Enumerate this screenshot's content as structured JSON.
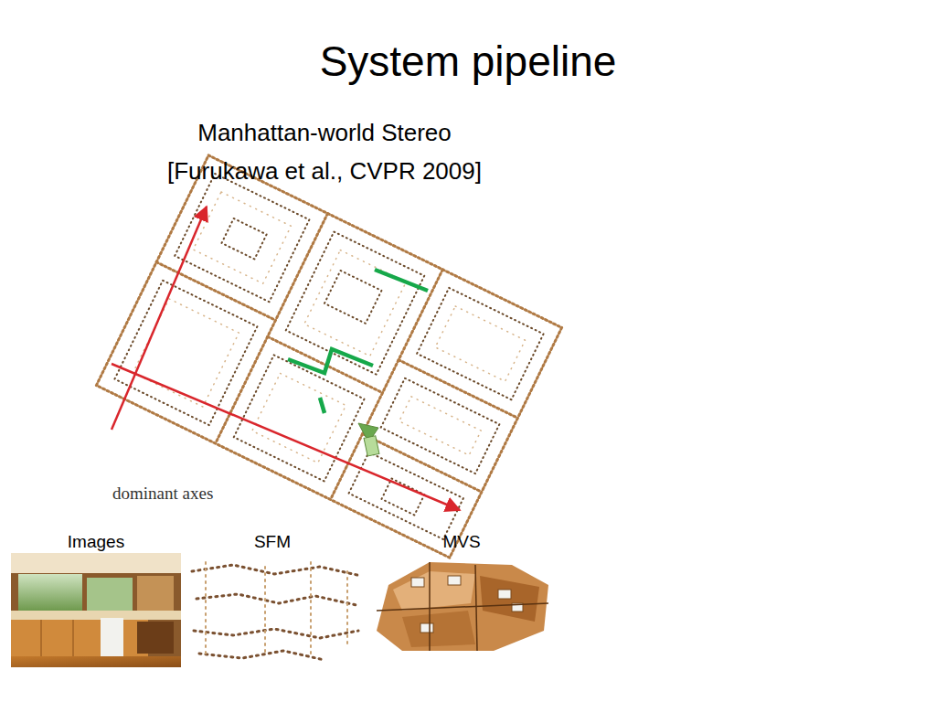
{
  "diagram": {
    "title": "System pipeline",
    "labels": [
      "Manhattan-world Stereo",
      "[Furukawa et al., CVPR 2009]",
      "dominant axes",
      "Images",
      "SFM",
      "MVS"
    ]
  }
}
